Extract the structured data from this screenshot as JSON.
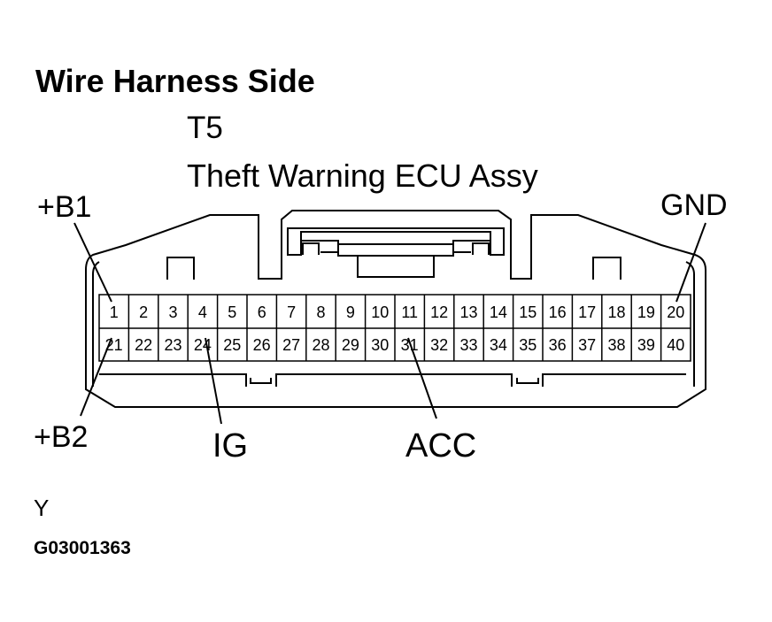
{
  "heading": "Wire Harness Side",
  "connector_code": "T5",
  "component_name": "Theft Warning ECU Assy",
  "terminals": {
    "top_row": [
      "1",
      "2",
      "3",
      "4",
      "5",
      "6",
      "7",
      "8",
      "9",
      "10",
      "11",
      "12",
      "13",
      "14",
      "15",
      "16",
      "17",
      "18",
      "19",
      "20"
    ],
    "bottom_row": [
      "21",
      "22",
      "23",
      "24",
      "25",
      "26",
      "27",
      "28",
      "29",
      "30",
      "31",
      "32",
      "33",
      "34",
      "35",
      "36",
      "37",
      "38",
      "39",
      "40"
    ]
  },
  "callouts": [
    {
      "label": "+B1",
      "terminal": "1"
    },
    {
      "label": "GND",
      "terminal": "20"
    },
    {
      "label": "+B2",
      "terminal": "21"
    },
    {
      "label": "IG",
      "terminal": "24"
    },
    {
      "label": "ACC",
      "terminal": "31"
    }
  ],
  "connector_variant": "Y",
  "figure_id": "G03001363"
}
